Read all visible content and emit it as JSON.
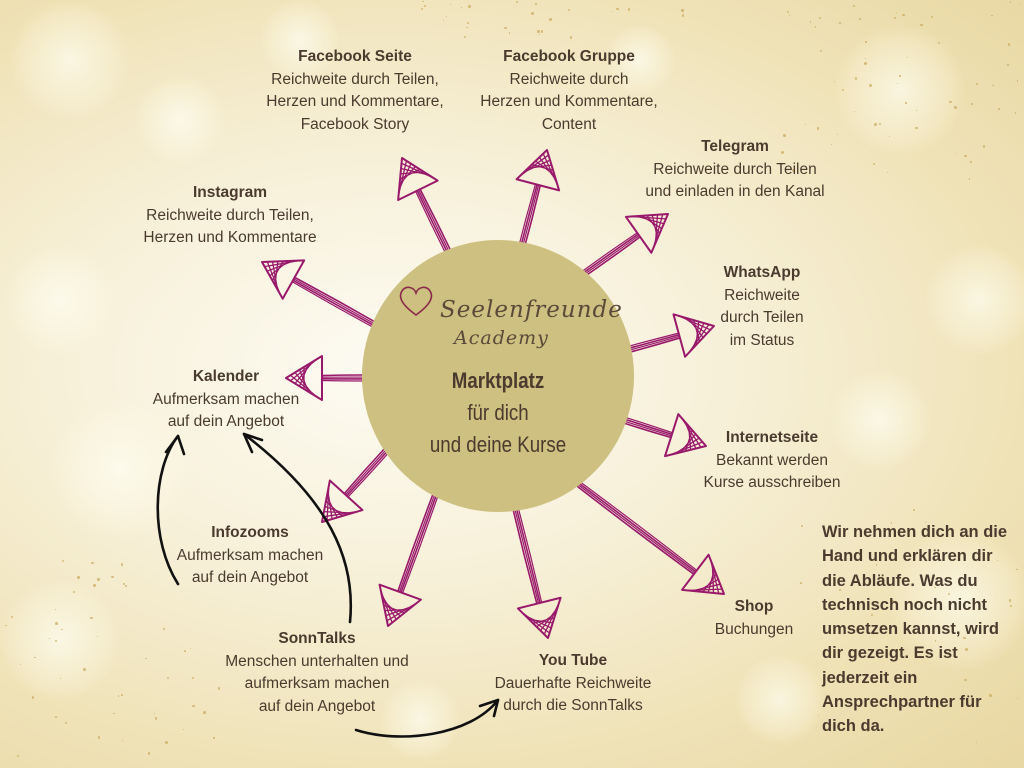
{
  "logo": {
    "line1": "Seelenfreunde",
    "line2": "Academy"
  },
  "center": {
    "title": "Marktplatz",
    "line2": "für dich",
    "line3": "und deine Kurse"
  },
  "channels": {
    "facebook_seite": {
      "title": "Facebook Seite",
      "desc": "Reichweite durch Teilen,\nHerzen und Kommentare,\nFacebook Story"
    },
    "facebook_gruppe": {
      "title": "Facebook Gruppe",
      "desc": "Reichweite durch\nHerzen und Kommentare,\nContent"
    },
    "telegram": {
      "title": "Telegram",
      "desc": "Reichweite durch Teilen\nund einladen in den Kanal"
    },
    "instagram": {
      "title": "Instagram",
      "desc": "Reichweite durch Teilen,\nHerzen und Kommentare"
    },
    "whatsapp": {
      "title": "WhatsApp",
      "desc": "Reichweite\ndurch Teilen\nim Status"
    },
    "kalender": {
      "title": "Kalender",
      "desc": "Aufmerksam machen\nauf dein Angebot"
    },
    "internetseite": {
      "title": "Internetseite",
      "desc": "Bekannt werden\nKurse ausschreiben"
    },
    "infozooms": {
      "title": "Infozooms",
      "desc": "Aufmerksam machen\nauf dein Angebot"
    },
    "shop": {
      "title": "Shop",
      "desc": "Buchungen"
    },
    "sonntalks": {
      "title": "SonnTalks",
      "desc": "Menschen unterhalten und\naufmerksam machen\nauf dein Angebot"
    },
    "youtube": {
      "title": "You Tube",
      "desc": "Dauerhafte Reichweite\ndurch die SonnTalks"
    }
  },
  "note": "Wir nehmen dich an die\nHand und erklären dir\ndie Abläufe. Was du\ntechnisch noch nicht\numsetzen kannst, wird\ndir gezeigt. Es ist\njederzeit ein\nAnsprechpartner für\ndich da.",
  "colors": {
    "arrow": "#99196b",
    "circle": "#cdc080",
    "text": "#4a3b2e",
    "connector": "#111111"
  }
}
